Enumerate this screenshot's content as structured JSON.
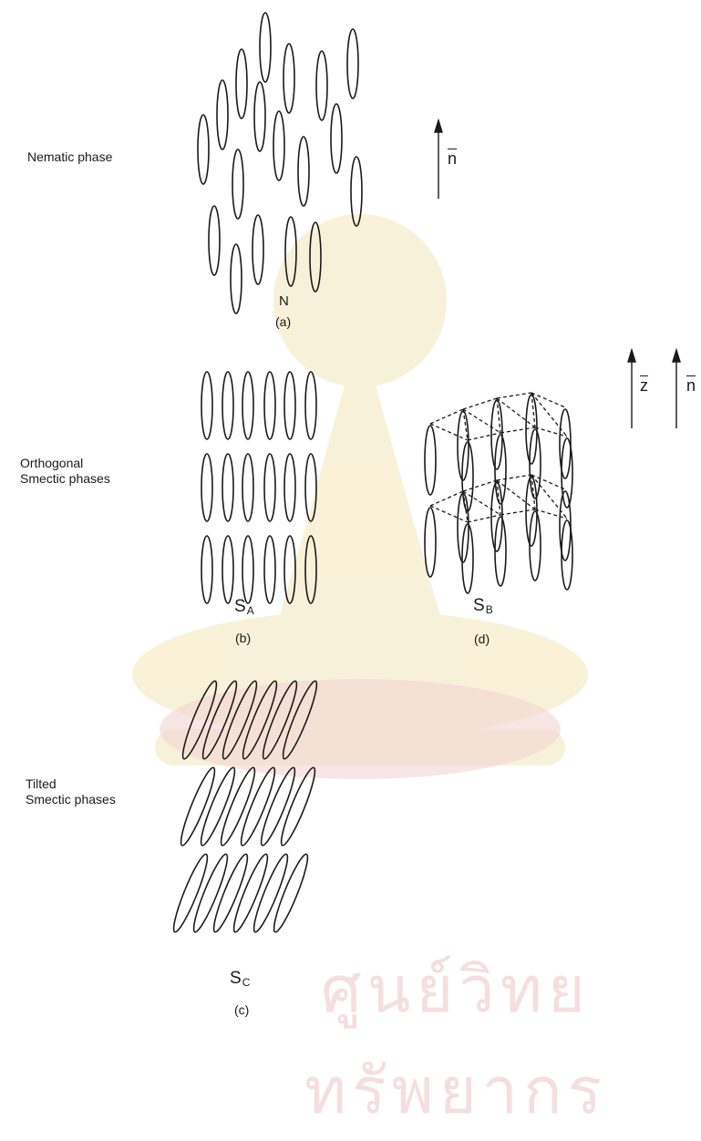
{
  "sections": {
    "nematic": {
      "label": "Nematic phase",
      "symbol": "N",
      "caption": "(a)"
    },
    "orthogonal": {
      "label": "Orthogonal\nSmectic phases"
    },
    "smectic_a": {
      "symbol": "S",
      "subscript": "A",
      "caption": "(b)"
    },
    "smectic_b": {
      "symbol": "S",
      "subscript": "B",
      "caption": "(d)"
    },
    "tilted": {
      "label": "Tilted\nSmectic phases"
    },
    "smectic_c": {
      "symbol": "S",
      "subscript": "C",
      "caption": "(c)"
    }
  },
  "vectors": {
    "director_top": "n",
    "layer_normal": "z",
    "director_right": "n"
  },
  "watermark": {
    "text": "ศูนย์วิทยทรัพยากร"
  },
  "colors": {
    "ink": "#1a1a1a",
    "watermark": "#f5e6b8"
  }
}
